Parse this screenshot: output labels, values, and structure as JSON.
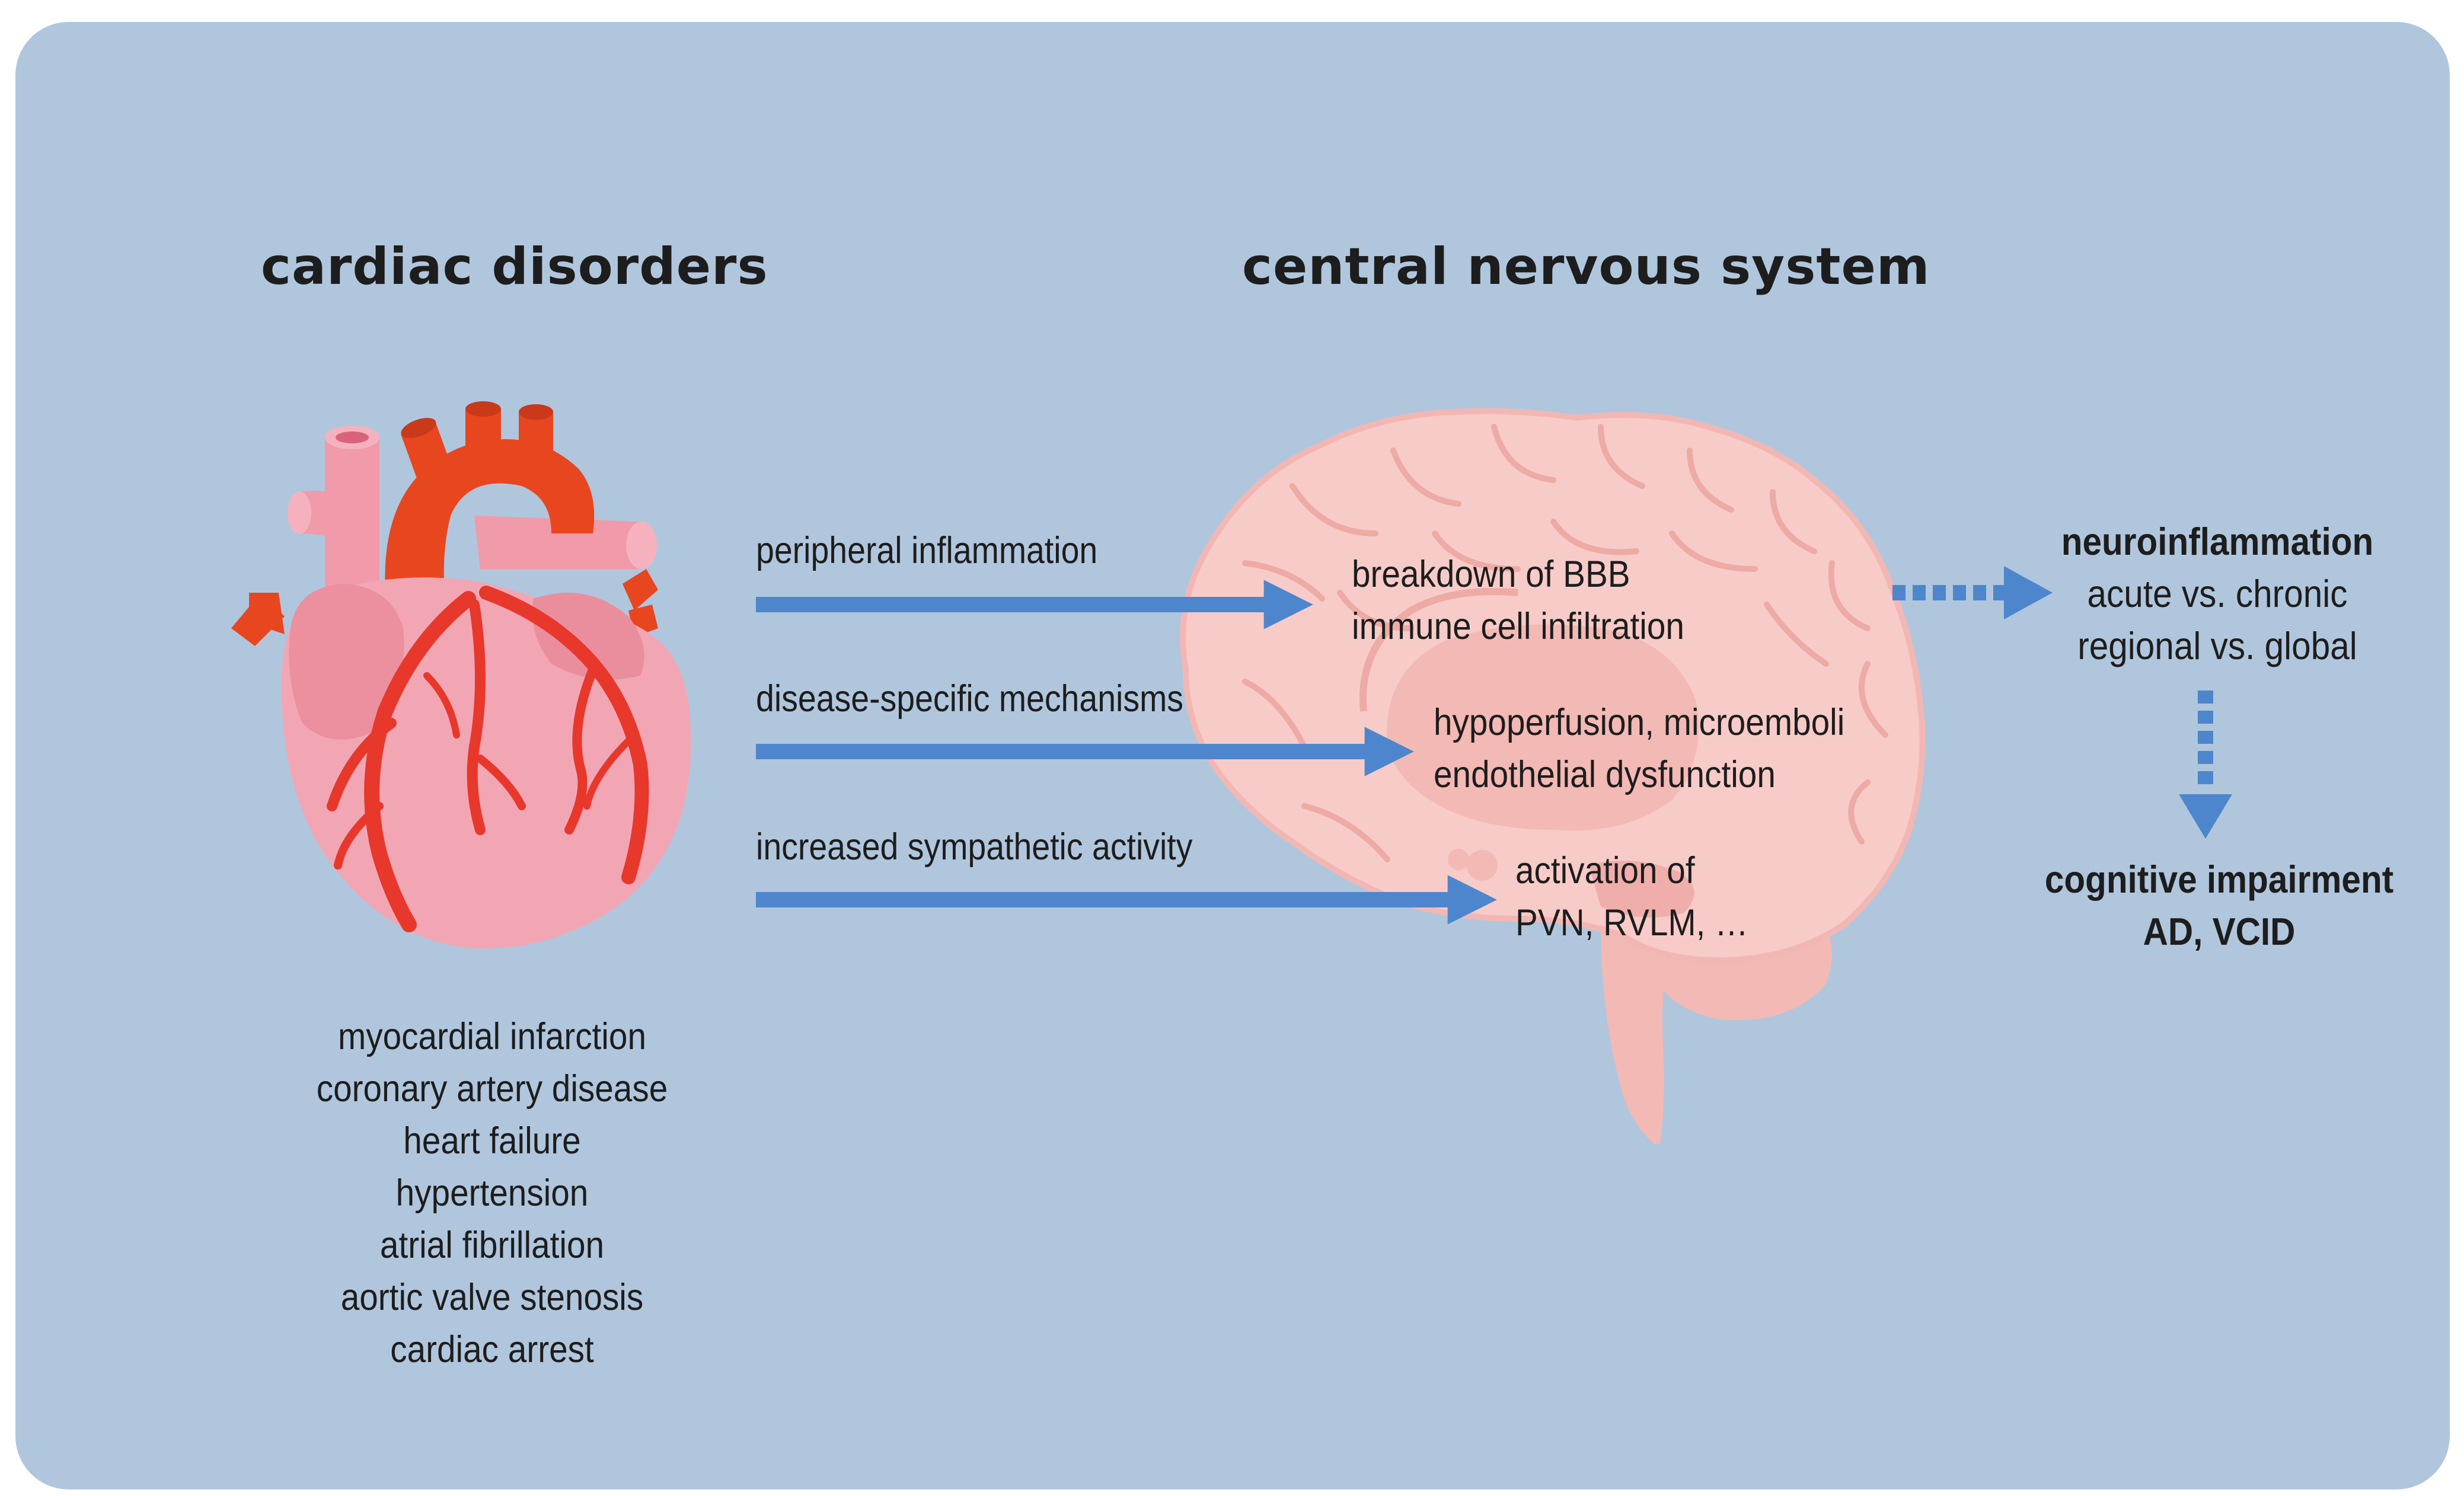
{
  "left_section": {
    "title": "cardiac disorders",
    "conditions": [
      "myocardial infarction",
      "coronary artery disease",
      "heart failure",
      "hypertension",
      "atrial fibrillation",
      "aortic valve stenosis",
      "cardiac arrest"
    ]
  },
  "right_section": {
    "title": "central nervous system"
  },
  "pathways": [
    {
      "label": "peripheral inflammation",
      "effect_lines": [
        "breakdown of BBB",
        "immune cell infiltration"
      ]
    },
    {
      "label": "disease-specific mechanisms",
      "effect_lines": [
        "hypoperfusion, microemboli",
        "endothelial dysfunction"
      ]
    },
    {
      "label": "increased sympathetic activity",
      "effect_lines": [
        "activation of",
        "PVN, RVLM, …"
      ]
    }
  ],
  "outcomes": {
    "neuroinflammation": {
      "title": "neuroinflammation",
      "lines": [
        "acute vs. chronic",
        "regional vs. global"
      ]
    },
    "cognitive": {
      "title": "cognitive impairment",
      "lines": [
        "AD, VCID"
      ]
    }
  },
  "colors": {
    "background": "#b0c6dd",
    "arrow": "#4d86cc",
    "heart_body": "#f3a5b3",
    "heart_vessels": "#e8402a",
    "brain": "#f6c8c6"
  },
  "icons": [
    "heart-illustration",
    "brain-illustration"
  ]
}
